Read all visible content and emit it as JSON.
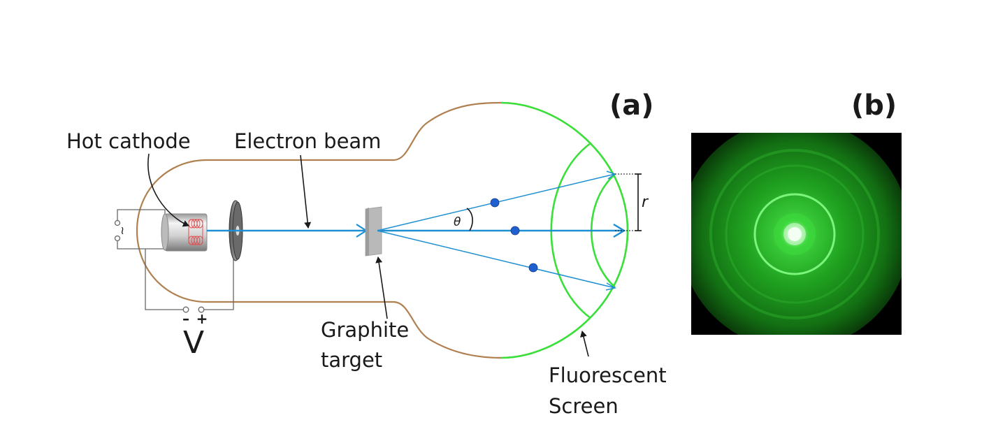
{
  "panel_a": {
    "label": "(a)",
    "labels": {
      "hot_cathode": "Hot cathode",
      "electron_beam": "Electron beam",
      "graphite_line1": "Graphite",
      "graphite_line2": "target",
      "fluorescent_line1": "Fluorescent",
      "fluorescent_line2": "Screen",
      "theta": "θ",
      "r": "r",
      "voltage": "V",
      "minus": "–",
      "plus": "+",
      "ac": "~"
    },
    "colors": {
      "tube_outline": "#b08050",
      "beam": "#1e8fd0",
      "screen": "#39e039",
      "electron": "#1f5fcf",
      "filament": "#e05050"
    }
  },
  "panel_b": {
    "label": "(b)",
    "colors": {
      "background": "#000000",
      "glow": "#2ec82e",
      "ring": "#7cf57c",
      "center": "#ffffff"
    }
  }
}
